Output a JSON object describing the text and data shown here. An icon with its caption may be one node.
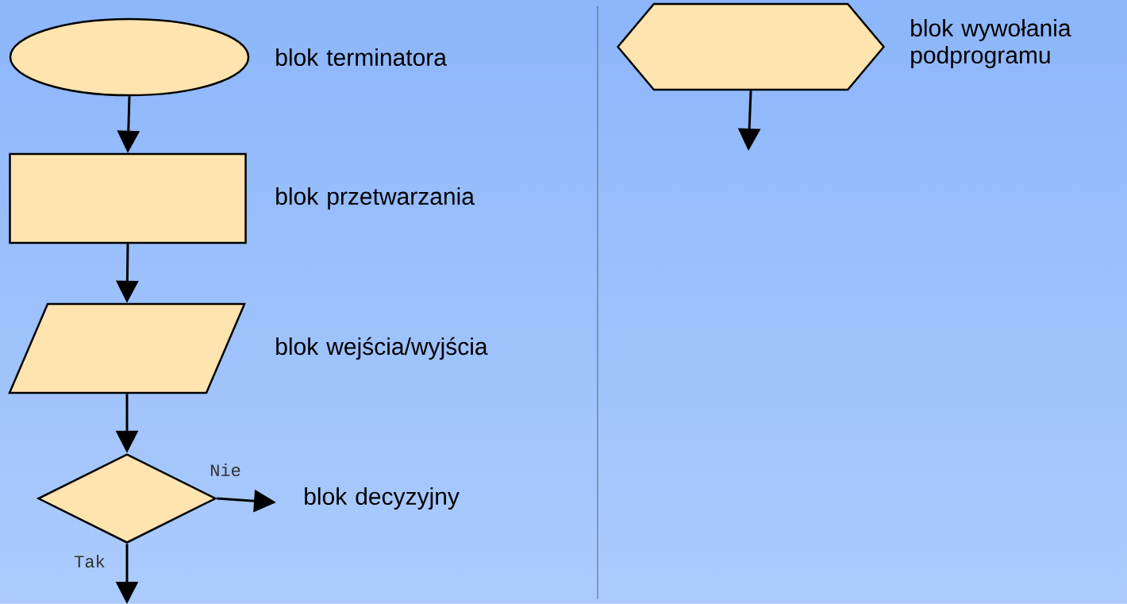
{
  "diagram": {
    "nodes": [
      {
        "text": [],
        "shape": "ellipse",
        "beside": [
          "blok terminatora"
        ]
      },
      {
        "text": [],
        "shape": "box",
        "beside": [
          "blok przetwarzania"
        ]
      },
      {
        "text": [],
        "shape": "parallelogram",
        "beside": [
          "blok wejścia/wyjścia"
        ]
      },
      {
        "text": [],
        "shape": "diamond",
        "beside": [
          "blok decyzyjny"
        ]
      },
      {
        "text": [],
        "shape": "hexagon",
        "beside": [
          "blok wywołania podprogramu"
        ]
      }
    ],
    "edges": [
      {
        "from": 0,
        "to": 1,
        "arrow": "to"
      },
      {
        "from": 1,
        "to": 2,
        "arrow": "to"
      },
      {
        "from": 2,
        "to": 3,
        "arrow": "to"
      },
      {
        "from": 3,
        "to": null,
        "arrow": "to",
        "label": "Nie"
      },
      {
        "from": 3,
        "to": null,
        "arrow": "to",
        "label": "Tak"
      },
      {
        "from": 4,
        "to": null,
        "arrow": "to"
      }
    ]
  }
}
